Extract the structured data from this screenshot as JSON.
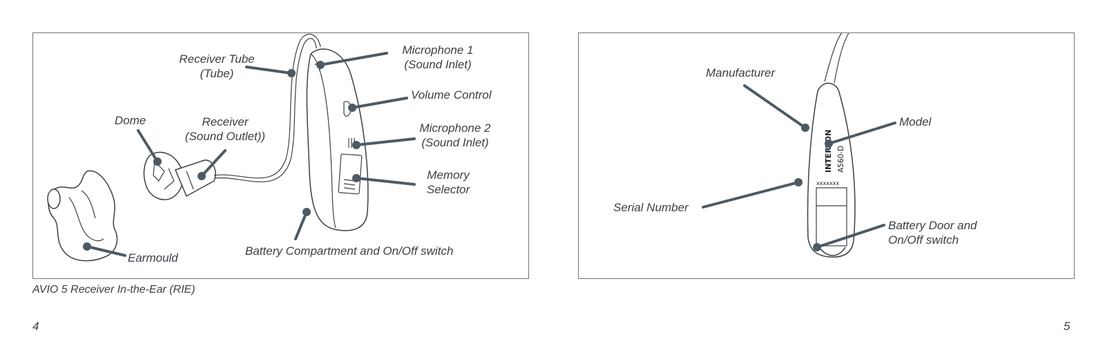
{
  "left_panel": {
    "labels": {
      "receiver_tube": "Receiver Tube\n(Tube)",
      "microphone1": "Microphone 1\n(Sound Inlet)",
      "volume_control": "Volume Control",
      "dome": "Dome",
      "receiver": "Receiver\n(Sound Outlet))",
      "microphone2": "Microphone 2\n(Sound Inlet)",
      "memory_selector": "Memory\nSelector",
      "earmould": "Earmould",
      "battery": "Battery Compartment and On/Off switch"
    }
  },
  "right_panel": {
    "labels": {
      "manufacturer": "Manufacturer",
      "model": "Model",
      "serial_number": "Serial Number",
      "battery_door": "Battery Door and\nOn/Off switch"
    },
    "device_text": {
      "brand": "INTERTON",
      "model": "A560-D",
      "serial": "xxxxxxx"
    }
  },
  "caption": "AVIO 5 Receiver In-the-Ear (RIE)",
  "page_left": "4",
  "page_right": "5"
}
